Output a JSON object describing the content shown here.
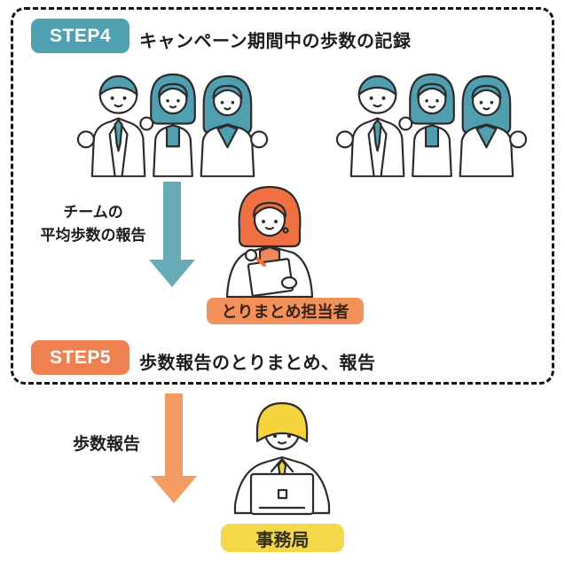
{
  "colors": {
    "teal": "#4fa0b0",
    "teal-arrow": "#68abb8",
    "teal-ill": "#4f9fb0",
    "orange": "#ef8150",
    "orange-arrow": "#f49a63",
    "orange-label": "#f2915a",
    "orange-hair": "#ee7043",
    "orange-top": "#f0885a",
    "yellow-label": "#f5d84a",
    "yellow-hair": "#f6d43e",
    "ink": "#2b2b2b",
    "text": "#1d1d1d",
    "label-text-orange": "#3a2418",
    "label-text-yellow": "#33301a"
  },
  "steps": [
    {
      "badge": "STEP4",
      "title": "キャンペーン期間中の歩数の記録"
    },
    {
      "badge": "STEP5",
      "title": "歩数報告のとりまとめ、報告"
    }
  ],
  "flows": [
    {
      "label_lines": [
        "チームの",
        "平均歩数の報告"
      ]
    },
    {
      "label_lines": [
        "歩数報告"
      ]
    }
  ],
  "roles": [
    {
      "label": "とりまとめ担当者"
    },
    {
      "label": "事務局"
    }
  ],
  "illustrations": {
    "team_left": "team-of-three-cheering",
    "team_right": "team-of-three-cheering",
    "coordinator": "woman-writing-on-notepad",
    "office": "man-working-at-laptop"
  }
}
